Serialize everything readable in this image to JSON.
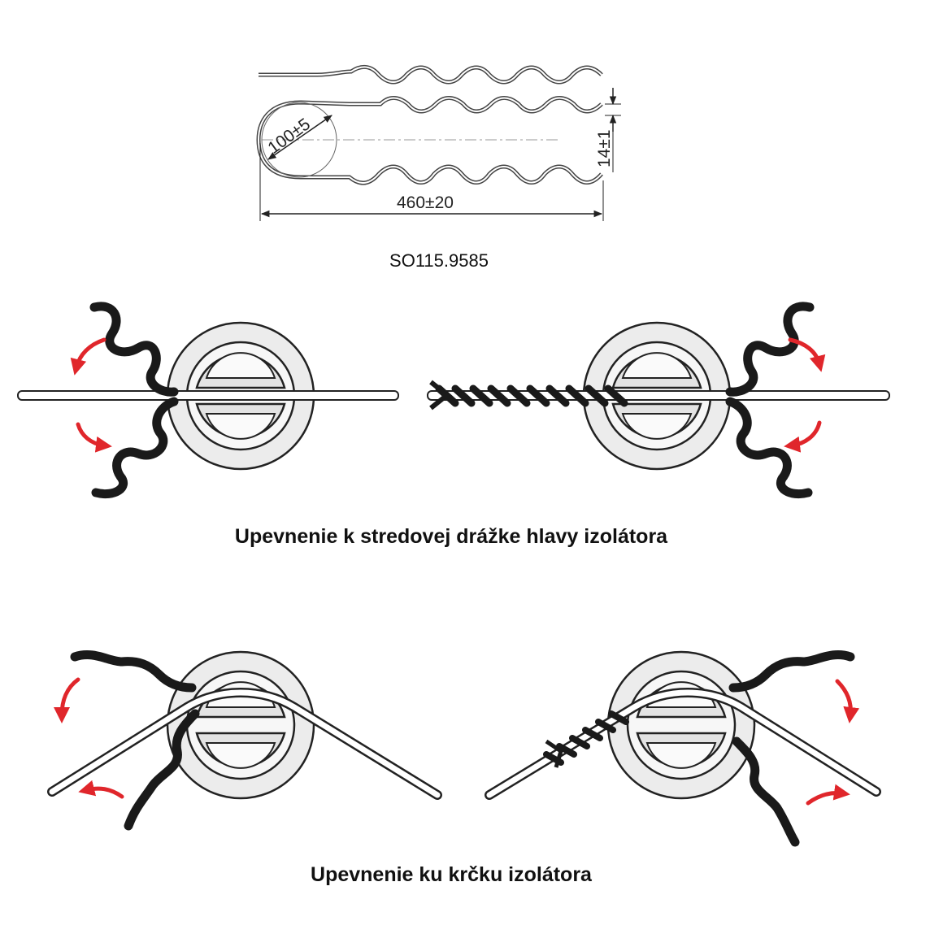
{
  "drawing": {
    "dim_diameter": "100±5",
    "dim_height": "14±1",
    "dim_length": "460±20"
  },
  "product_code": "SO115.9585",
  "captions": {
    "groove": "Upevnenie k stredovej drážke hlavy izolátora",
    "neck": "Upevnenie ku krčku izolátora"
  },
  "colors": {
    "arrow": "#e0262b",
    "wire": "#1a1a1a",
    "insulator": "#e6e6e6",
    "outline": "#222222"
  }
}
